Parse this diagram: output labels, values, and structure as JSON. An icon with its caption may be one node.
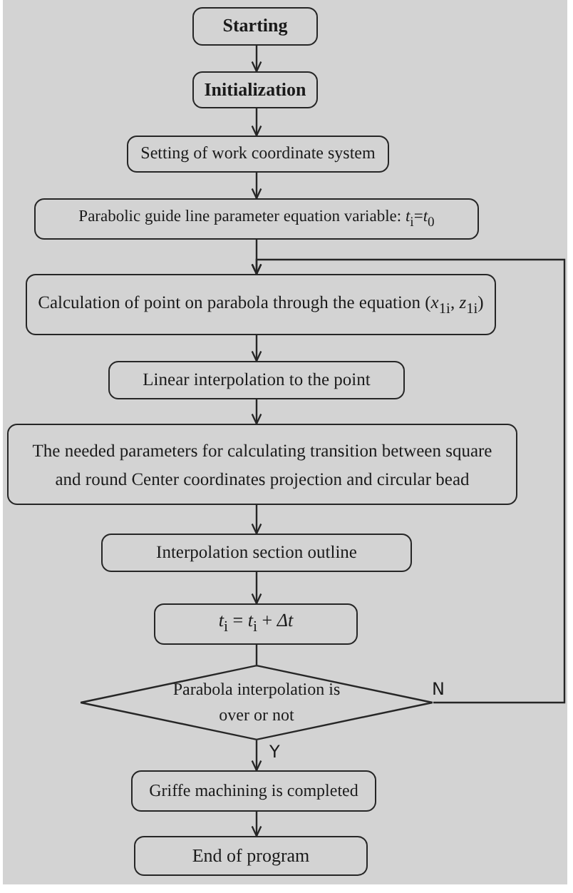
{
  "diagram": {
    "nodes": [
      {
        "text": [
          "Starting"
        ]
      },
      {
        "text": [
          "Initialization"
        ]
      },
      {
        "text": [
          "Setting of work coordinate system"
        ]
      },
      {
        "text": [
          "Parabolic guide line parameter equation variable: *t*$_{i}$=*t*$_{0}$"
        ]
      },
      {
        "text": [
          "Calculation of point on parabola through the equation (*x*$_{1i}$, *z*$_{1i}$)"
        ]
      },
      {
        "text": [
          "Linear interpolation to the point"
        ]
      },
      {
        "text": [
          "The needed parameters for calculating transition between square and round Center coordinates projection and circular bead"
        ]
      },
      {
        "text": [
          "Interpolation section outline"
        ]
      },
      {
        "text": [
          "*t*$_{i}$ = *t*$_{i}$ + *Δt*"
        ]
      },
      {
        "text": [
          "Parabola interpolation is over or not"
        ]
      },
      {
        "text": [
          "Griffe machining is completed"
        ]
      },
      {
        "text": [
          "End of program"
        ]
      }
    ],
    "edges": [
      {
        "from": 0,
        "to": 1,
        "arrow": "to"
      },
      {
        "from": 1,
        "to": 2,
        "arrow": "to"
      },
      {
        "from": 2,
        "to": 3,
        "arrow": "to"
      },
      {
        "from": 3,
        "to": 4,
        "arrow": "to"
      },
      {
        "from": 4,
        "to": 5,
        "arrow": "to"
      },
      {
        "from": 5,
        "to": 6,
        "arrow": "to"
      },
      {
        "from": 6,
        "to": 7,
        "arrow": "to"
      },
      {
        "from": 7,
        "to": 8,
        "arrow": "to"
      },
      {
        "from": 8,
        "to": 9,
        "arrow": "none"
      },
      {
        "from": 9,
        "to": 10,
        "arrow": "to",
        "label": "Y"
      },
      {
        "from": 10,
        "to": 11,
        "arrow": "to"
      },
      {
        "from": 9,
        "to": 4,
        "arrow": "to",
        "label": "N"
      }
    ]
  }
}
